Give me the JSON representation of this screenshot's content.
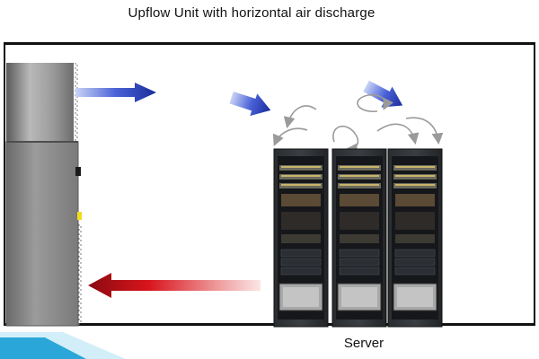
{
  "diagram": {
    "title": "Upflow Unit with horizontal air discharge",
    "server_label": "Server"
  },
  "colors": {
    "cool_air_arrow": "#2a3fb8",
    "hot_air_arrow": "#c0141c",
    "unit_body": "#8c8c8c",
    "rack_frame": "#1e2022",
    "status_indicator": "#f2dc1a",
    "slide_accent": "#2aa6d8"
  },
  "icons": {
    "upflow_unit": "crac-cabinet",
    "server_racks": "server-rack",
    "airflow": "curved-arrow"
  }
}
